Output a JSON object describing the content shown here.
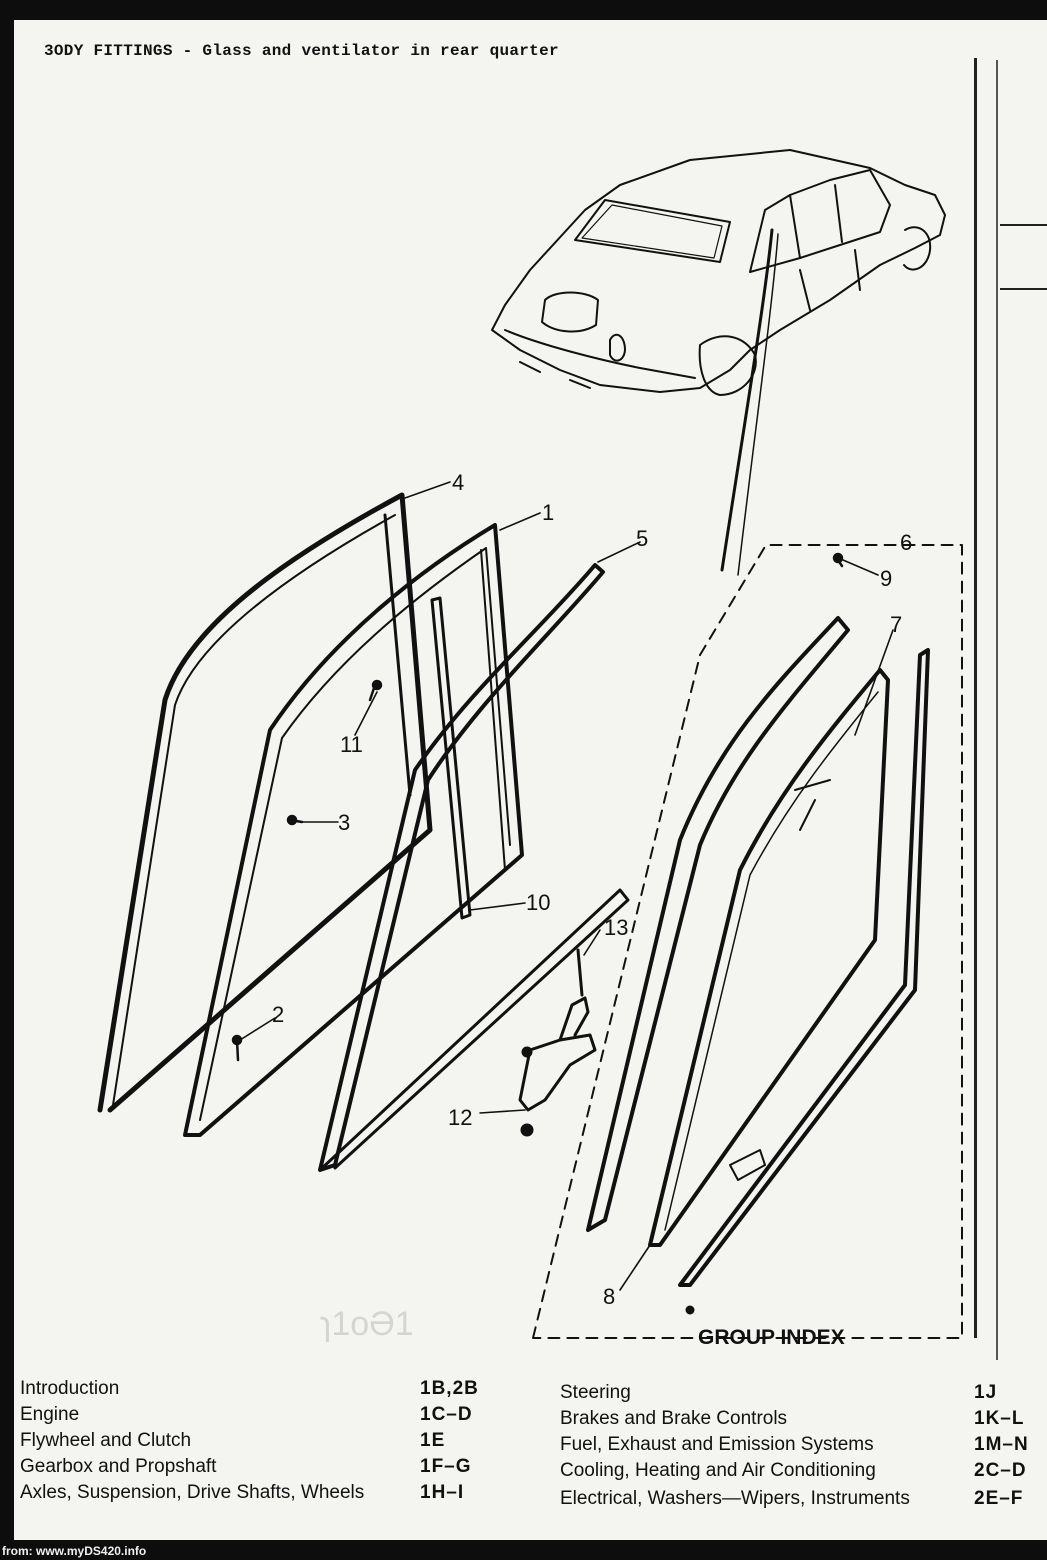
{
  "page": {
    "title": "3ODY FITTINGS - Glass and ventilator in rear quarter",
    "source_note": "from: www.myDS420.info"
  },
  "callouts": [
    {
      "id": "c1",
      "text": "1"
    },
    {
      "id": "c2",
      "text": "2"
    },
    {
      "id": "c3",
      "text": "3"
    },
    {
      "id": "c4",
      "text": "4"
    },
    {
      "id": "c5",
      "text": "5"
    },
    {
      "id": "c6",
      "text": "6"
    },
    {
      "id": "c7",
      "text": "7"
    },
    {
      "id": "c8",
      "text": "8"
    },
    {
      "id": "c9",
      "text": "9"
    },
    {
      "id": "c10",
      "text": "10"
    },
    {
      "id": "c11",
      "text": "11"
    },
    {
      "id": "c12",
      "text": "12"
    },
    {
      "id": "c13",
      "text": "13"
    }
  ],
  "group_index": {
    "title": "GROUP INDEX",
    "left_column": [
      {
        "label": "Introduction",
        "code": "1B,2B"
      },
      {
        "label": "Engine",
        "code": "1C–D"
      },
      {
        "label": "Flywheel and Clutch",
        "code": "1E"
      },
      {
        "label": "Gearbox and Propshaft",
        "code": "1F–G"
      },
      {
        "label": "Axles, Suspension, Drive Shafts, Wheels",
        "code": "1H–I"
      }
    ],
    "right_column": [
      {
        "label": "Steering",
        "code": "1J"
      },
      {
        "label": "Brakes and Brake Controls",
        "code": "1K–L"
      },
      {
        "label": "Fuel, Exhaust and Emission Systems",
        "code": "1M–N"
      },
      {
        "label": "Cooling, Heating and Air Conditioning",
        "code": "2C–D"
      },
      {
        "label": "Electrical, Washers—Wipers, Instruments",
        "code": "2E–F"
      }
    ]
  }
}
